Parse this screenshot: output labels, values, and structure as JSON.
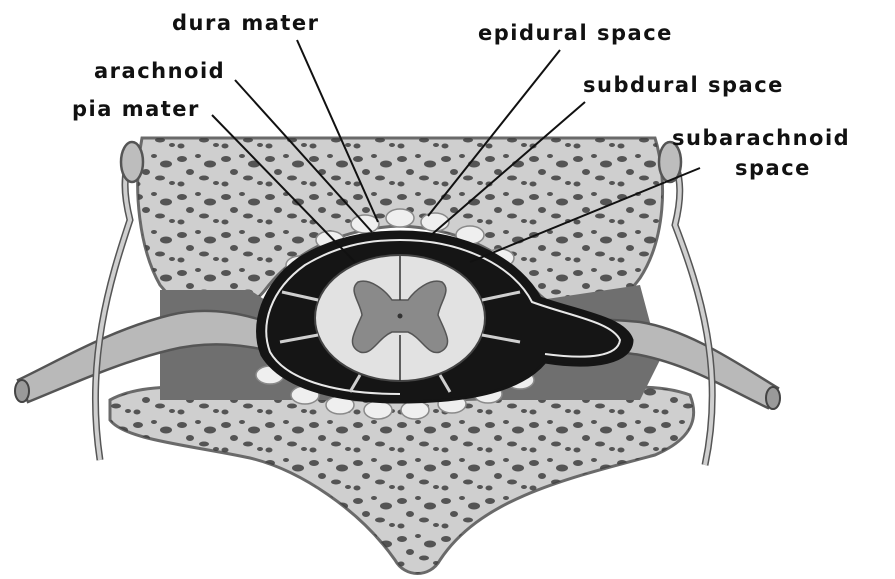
{
  "labels": {
    "dura_mater": "dura mater",
    "epidural_space": "epidural space",
    "arachnoid": "arachnoid",
    "subdural_space": "subdural space",
    "pia_mater": "pia mater",
    "subarachnoid_line1": "subarachnoid",
    "subarachnoid_line2": "space"
  },
  "colors": {
    "bone": "#cfcfcf",
    "bone_edge": "#6a6a6a",
    "bone_speckle": "#3e3e3e",
    "dark_space": "#151515",
    "cord": "#e2e2e2",
    "grey_matter": "#8a8a8a",
    "nerve": "#b9b9b9",
    "fat_nodules": "#efefef",
    "background": "#ffffff"
  }
}
